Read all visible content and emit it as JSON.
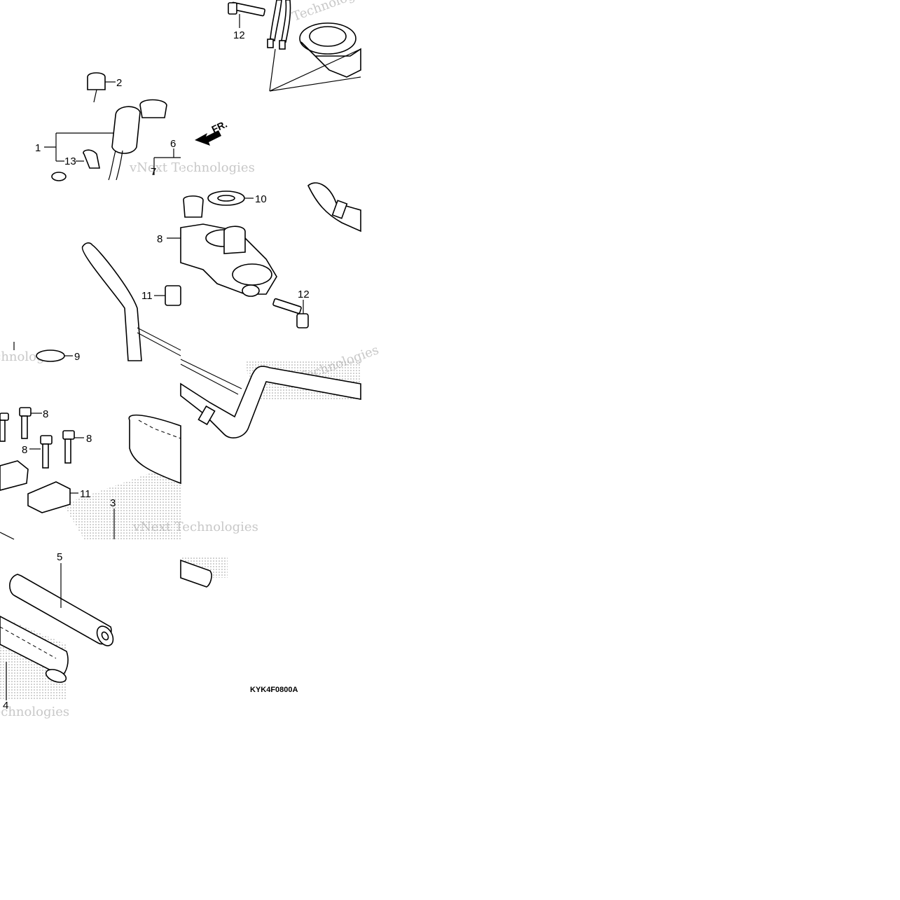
{
  "labels": {
    "n1": "1",
    "n2": "2",
    "n3": "3",
    "n4": "4",
    "n5": "5",
    "n6": "6",
    "n7": "7",
    "n8": "8",
    "n9": "9",
    "n10": "10",
    "n11": "11",
    "n12": "12",
    "n13": "13"
  },
  "front_arrow": "FR.",
  "diagram_code": "KYK4F0800A",
  "watermark": [
    "vNext Technologies",
    "Technologies"
  ]
}
